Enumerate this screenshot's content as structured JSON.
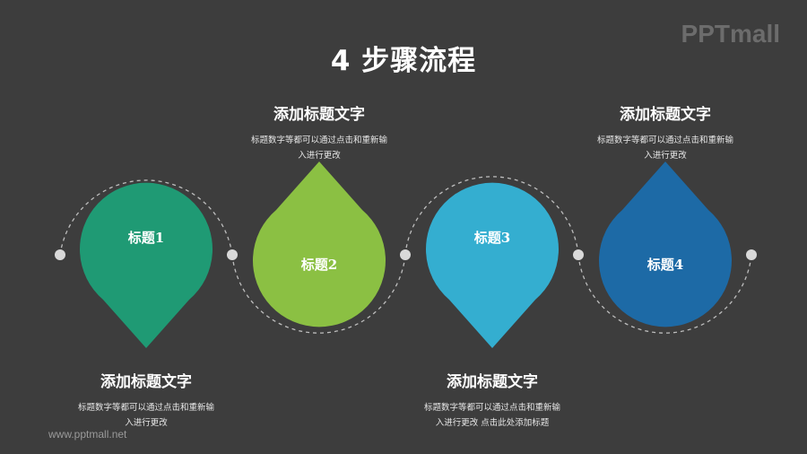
{
  "title": "4 步骤流程",
  "brand": "PPTmall",
  "footer_url": "www.pptmall.net",
  "steps": [
    {
      "label": "标题1",
      "heading": "添加标题文字",
      "desc_line1": "标题数字等都可以通过点击和重新输",
      "desc_line2": "入进行更改",
      "color": "#1f9a74"
    },
    {
      "label": "标题2",
      "heading": "添加标题文字",
      "desc_line1": "标题数字等都可以通过点击和重新输",
      "desc_line2": "入进行更改",
      "color": "#8bc043"
    },
    {
      "label": "标题3",
      "heading": "添加标题文字",
      "desc_line1": "标题数字等都可以通过点击和重新输",
      "desc_line2": "入进行更改 点击此处添加标题",
      "color": "#34aed0"
    },
    {
      "label": "标题4",
      "heading": "添加标题文字",
      "desc_line1": "标题数字等都可以通过点击和重新输",
      "desc_line2": "入进行更改",
      "color": "#1d6aa6"
    }
  ]
}
